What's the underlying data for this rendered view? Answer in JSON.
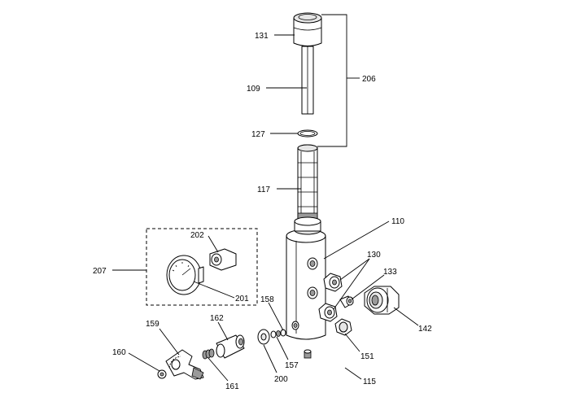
{
  "callouts": {
    "c131": "131",
    "c109": "109",
    "c206": "206",
    "c127": "127",
    "c117": "117",
    "c110": "110",
    "c202": "202",
    "c207": "207",
    "c201": "201",
    "c130": "130",
    "c133": "133",
    "c158": "158",
    "c162": "162",
    "c159": "159",
    "c142": "142",
    "c160": "160",
    "c157": "157",
    "c151": "151",
    "c200": "200",
    "c161": "161",
    "c115": "115"
  },
  "colors": {
    "line": "#000000",
    "fill": "#ffffff",
    "shade": "#e6e6e6"
  }
}
